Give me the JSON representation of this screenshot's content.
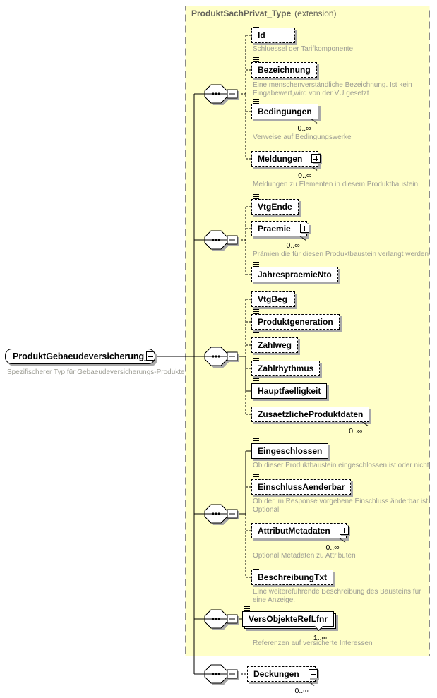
{
  "colors": {
    "container_fill": "#ffffc8",
    "container_border": "#8a8a8a",
    "box_border": "#000000",
    "shadow": "#a9a9a9",
    "description_text": "#9c9c93",
    "header_text": "#63625a"
  },
  "schema": {
    "title": "ProduktSachPrivat_Type",
    "title_suffix": "(extension)",
    "root": {
      "label": "ProduktGebaeudeversicherung_T...",
      "description": "Spezifischerer Typ für Gebaeudeversicherungs-Produkte"
    },
    "elements": {
      "id": {
        "name": "Id",
        "description": "Schluessel der Tarifkomponente"
      },
      "bezeichnung": {
        "name": "Bezeichnung",
        "description": "Eine menschenverständliche Bezeichnung. Ist kein\nEingabewert,wird von der VU gesetzt"
      },
      "bedingungen": {
        "name": "Bedingungen",
        "occurs": "0..∞",
        "description": "Verweise auf Bedingungswerke"
      },
      "meldungen": {
        "name": "Meldungen",
        "occurs": "0..∞",
        "description": "Meldungen zu Elementen in diesem Produktbaustein"
      },
      "vtgende": {
        "name": "VtgEnde"
      },
      "praemie": {
        "name": "Praemie",
        "occurs": "0..∞",
        "description": "Prämien die für diesen Produktbaustein verlangt werden"
      },
      "jahrespraemiento": {
        "name": "JahrespraemieNto"
      },
      "vtgbeg": {
        "name": "VtgBeg"
      },
      "produktgeneration": {
        "name": "Produktgeneration"
      },
      "zahlweg": {
        "name": "Zahlweg"
      },
      "zahlrhythmus": {
        "name": "Zahlrhythmus"
      },
      "hauptfaelligkeit": {
        "name": "Hauptfaelligkeit"
      },
      "zusaetzlicheproduktdaten": {
        "name": "ZusaetzlicheProduktdaten",
        "occurs": "0..∞"
      },
      "eingeschlossen": {
        "name": "Eingeschlossen",
        "description": "Ob dieser Produktbaustein eingeschlossen ist oder nicht"
      },
      "einschlussaenderbar": {
        "name": "EinschlussAenderbar",
        "description": "Ob der im Response vorgebene Einschluss änderbar ist.\nOptional"
      },
      "attributmetadaten": {
        "name": "AttributMetadaten",
        "occurs": "0..∞",
        "description": "Optional Metadaten zu Attributen"
      },
      "beschreibungtxt": {
        "name": "BeschreibungTxt",
        "description": "Eine weitereführende Beschreibung des Bausteins für\neine Anzeige."
      },
      "versobjektereflfnr": {
        "name": "VersObjekteRefLfnr",
        "occurs": "1..∞",
        "description": "Referenzen auf versicherte Interessen"
      },
      "deckungen": {
        "name": "Deckungen",
        "occurs": "0..∞"
      }
    }
  }
}
